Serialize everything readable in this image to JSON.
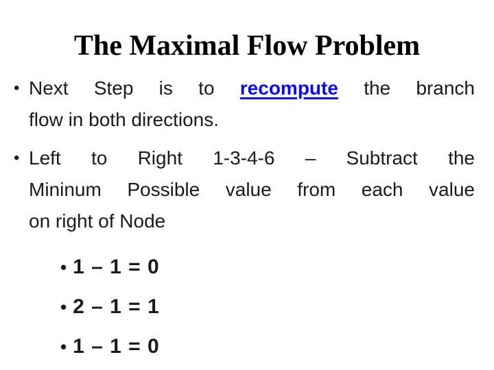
{
  "slide": {
    "colors": {
      "background": "#ffffff",
      "text": "#1a1a1a",
      "title": "#000000",
      "highlight": "#0a0ae6"
    },
    "title": "The Maximal Flow Problem",
    "bullets": [
      {
        "marker": "•",
        "line1_before": "Next Step is to ",
        "line1_highlight": "recompute",
        "line1_after": " the branch",
        "line2": "flow in both directions."
      },
      {
        "marker": "•",
        "line1": "Left to Right 1-3-4-6 – Subtract the",
        "line2": "Mininum Possible value from each value",
        "line3": "on right of Node"
      }
    ],
    "sub_bullets": [
      {
        "marker": "•",
        "text": "1 – 1 = 0"
      },
      {
        "marker": "•",
        "text": "2 – 1 = 1"
      },
      {
        "marker": "•",
        "text": "1 – 1 = 0"
      }
    ]
  }
}
